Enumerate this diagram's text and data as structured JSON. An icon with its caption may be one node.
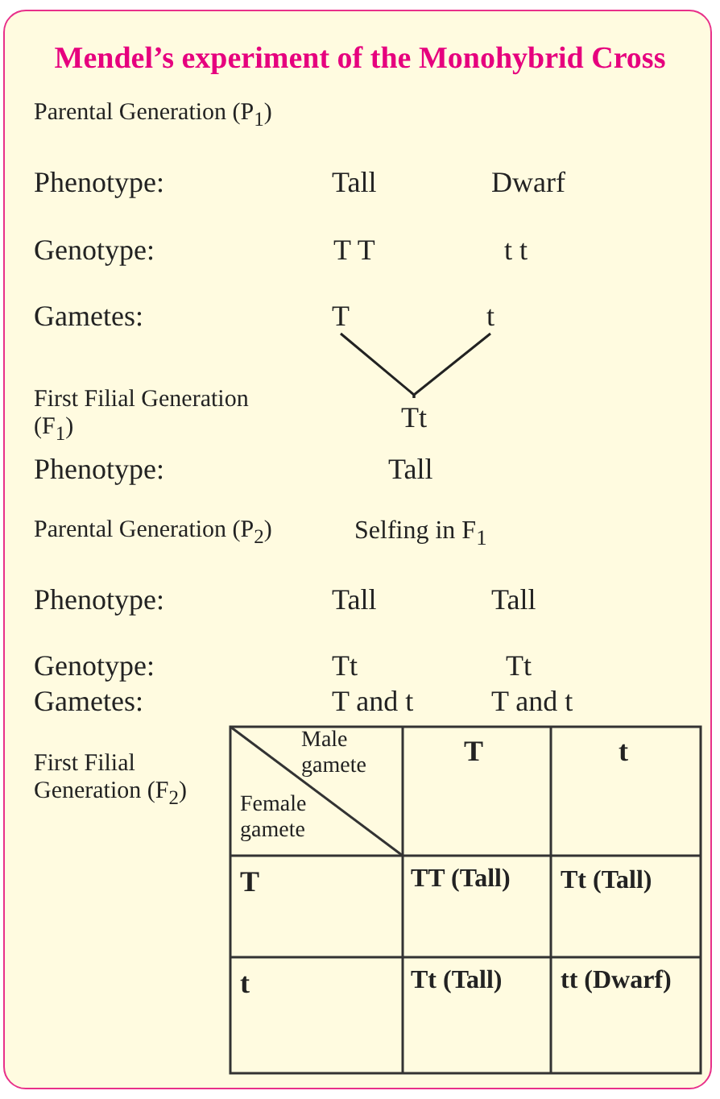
{
  "diagram": {
    "title": "Mendel’s experiment of the Monohybrid Cross",
    "nodes": [
      {
        "text": [
          "T"
        ]
      },
      {
        "text": [
          "t"
        ]
      },
      {
        "text": [
          "Tt"
        ]
      }
    ],
    "edges": [
      {
        "from": 0,
        "to": 2,
        "arrow": "none"
      },
      {
        "from": 1,
        "to": 2,
        "arrow": "none"
      }
    ],
    "labels": [
      "Parental Generation (P$_{1}$)",
      "Phenotype:",
      "Tall",
      "Dwarf",
      "Genotype:",
      "T T",
      "t t",
      "Gametes:",
      "First Filial Generation (F$_{1}$)",
      "Phenotype:",
      "Tall",
      "Parental Generation (P$_{2}$)",
      "Selfing in F$_{1}$",
      "Phenotype:",
      "Tall",
      "Tall",
      "Genotype:",
      "Tt",
      "Tt",
      "Gametes:",
      "T and t",
      "T and t",
      "First Filial Generation (F$_{2}$)",
      "Male gamete",
      "Female gamete",
      "T",
      "t",
      "T",
      "TT (Tall)",
      "Tt (Tall)",
      "t",
      "Tt (Tall)",
      "tt (Dwarf)"
    ]
  }
}
